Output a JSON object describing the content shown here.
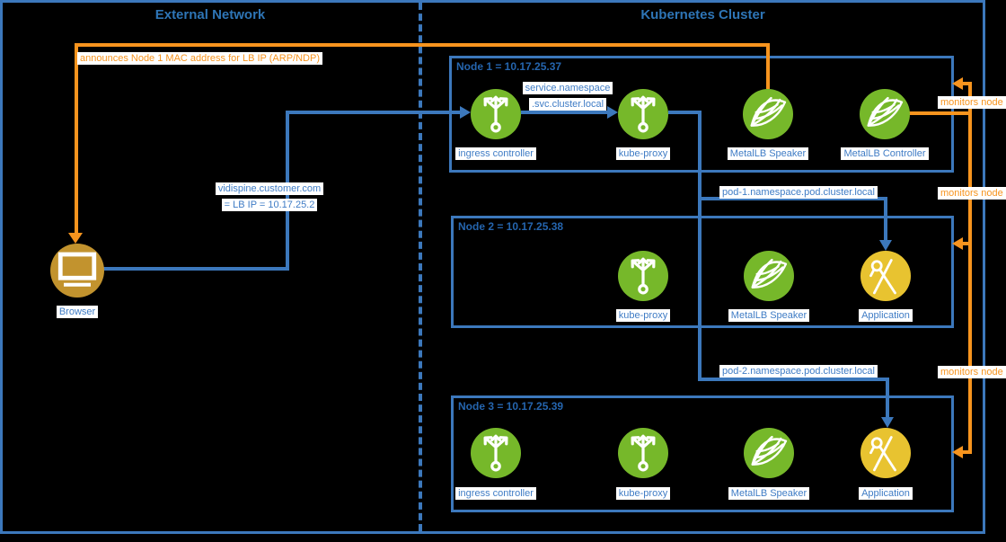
{
  "titles": {
    "external": "External Network",
    "cluster": "Kubernetes Cluster"
  },
  "browser_label": "Browser",
  "nodes": [
    {
      "title": "Node 1 = 10.17.25.37",
      "ingress": "ingress controller",
      "kube_proxy": "kube-proxy",
      "speaker": "MetalLB Speaker",
      "controller": "MetalLB Controller"
    },
    {
      "title": "Node 2 = 10.17.25.38",
      "kube_proxy": "kube-proxy",
      "speaker": "MetalLB Speaker",
      "application": "Application"
    },
    {
      "title": "Node 3 = 10.17.25.39",
      "ingress": "ingress controller",
      "kube_proxy": "kube-proxy",
      "speaker": "MetalLB Speaker",
      "application": "Application"
    }
  ],
  "annotations": {
    "announce": "announces Node 1 MAC address for LB IP (ARP/NDP)",
    "service_dns": [
      "service.namespace",
      ".svc.cluster.local"
    ],
    "lb_dns": [
      "vidispine.customer.com",
      "= LB IP = 10.17.25.2"
    ],
    "pod1_dns": "pod-1.namespace.pod.cluster.local",
    "pod2_dns": "pod-2.namespace.pod.cluster.local",
    "monitors_node": "monitors node"
  },
  "colors": {
    "line_blue": "#3c78bc",
    "accent_orange": "#f7941e",
    "icon_green": "#76b82a",
    "app_yellow": "#e8c330",
    "browser_gold": "#c2932e"
  }
}
